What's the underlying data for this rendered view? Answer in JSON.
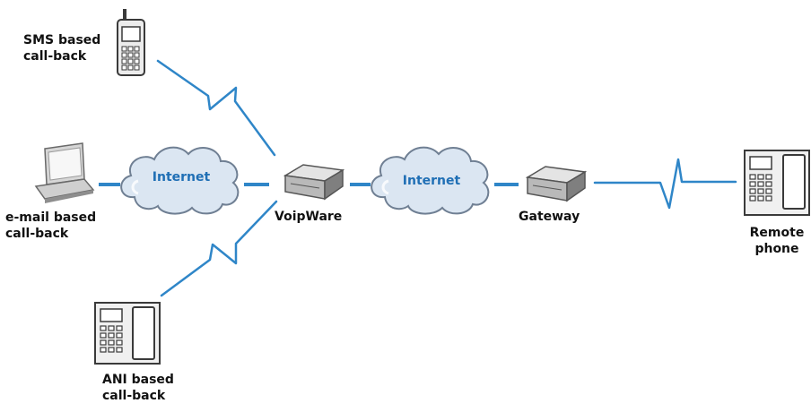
{
  "colors": {
    "link": "#2f86c8",
    "cloud_fill": "#dbe6f2",
    "cloud_stroke": "#6f7f93",
    "cloud_text": "#1f6fb5",
    "device_dark": "#3a3a3a"
  },
  "nodes": {
    "sms": {
      "line1": "SMS based",
      "line2": "call-back",
      "icon": "mobile-phone-icon"
    },
    "email": {
      "line1": "e-mail based",
      "line2": "call-back",
      "icon": "laptop-icon"
    },
    "ani": {
      "line1": "ANI based",
      "line2": "call-back",
      "icon": "desk-phone-icon"
    },
    "voipware": {
      "label": "VoipWare",
      "icon": "server-box-icon"
    },
    "gateway": {
      "label": "Gateway",
      "icon": "gateway-box-icon"
    },
    "remote": {
      "line1": "Remote",
      "line2": "phone",
      "icon": "desk-phone-icon"
    }
  },
  "clouds": {
    "left": {
      "label": "Internet"
    },
    "right": {
      "label": "Internet"
    }
  }
}
